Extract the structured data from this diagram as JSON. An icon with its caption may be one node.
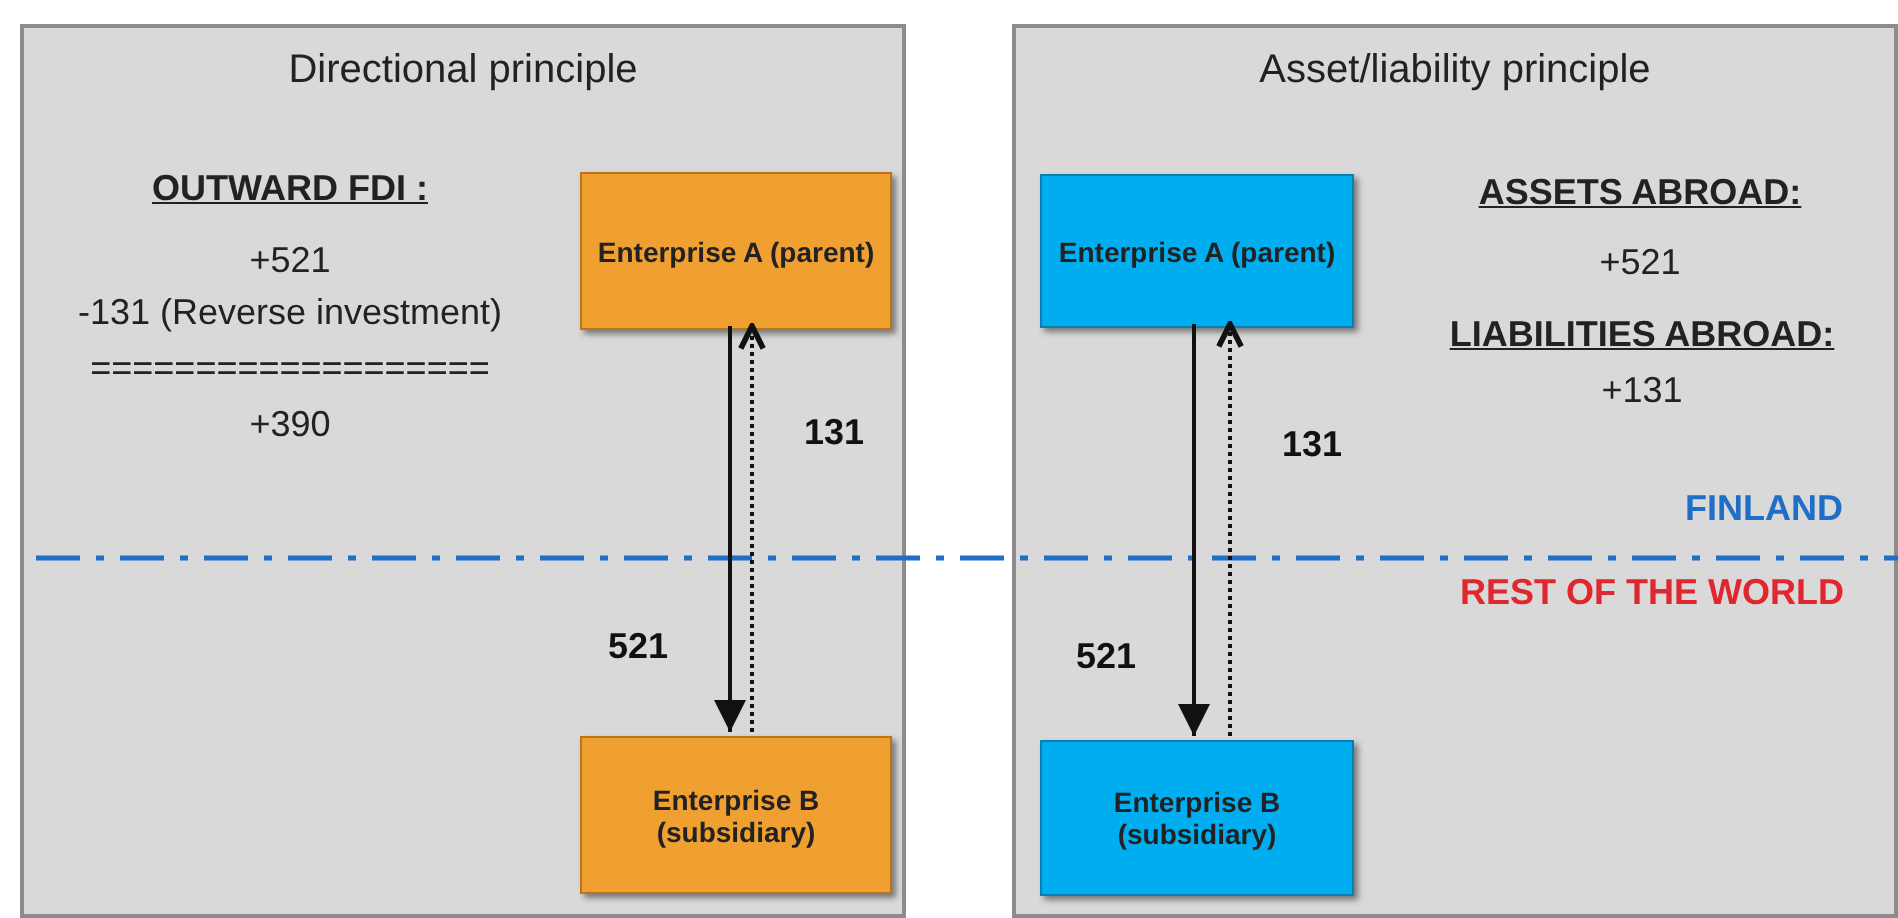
{
  "diagram": {
    "nodes": [
      {
        "text": [
          "Directional principle"
        ]
      },
      {
        "text": [
          "Enterprise A (parent)"
        ],
        "in": 0
      },
      {
        "text": [
          "Enterprise B (subsidiary)"
        ],
        "in": 0
      },
      {
        "text": [
          "Asset/liability principle"
        ]
      },
      {
        "text": [
          "Enterprise A (parent)"
        ],
        "in": 3
      },
      {
        "text": [
          "Enterprise B (subsidiary)"
        ],
        "in": 3
      }
    ],
    "edges": [
      {
        "from": 1,
        "to": 2,
        "arrow": "to",
        "label": "521"
      },
      {
        "from": 2,
        "to": 1,
        "arrow": "to",
        "label": "131",
        "style": "dashed"
      },
      {
        "from": 4,
        "to": 5,
        "arrow": "to",
        "label": "521"
      },
      {
        "from": 5,
        "to": 4,
        "arrow": "to",
        "label": "131",
        "style": "dashed"
      }
    ],
    "labels": [
      "OUTWARD FDI :",
      "+521",
      "-131 (Reverse investment)",
      "===================",
      "+390",
      "ASSETS ABROAD:",
      "+521",
      "LIABILITIES ABROAD:",
      "+131",
      "FINLAND",
      "REST OF THE WORLD"
    ]
  }
}
